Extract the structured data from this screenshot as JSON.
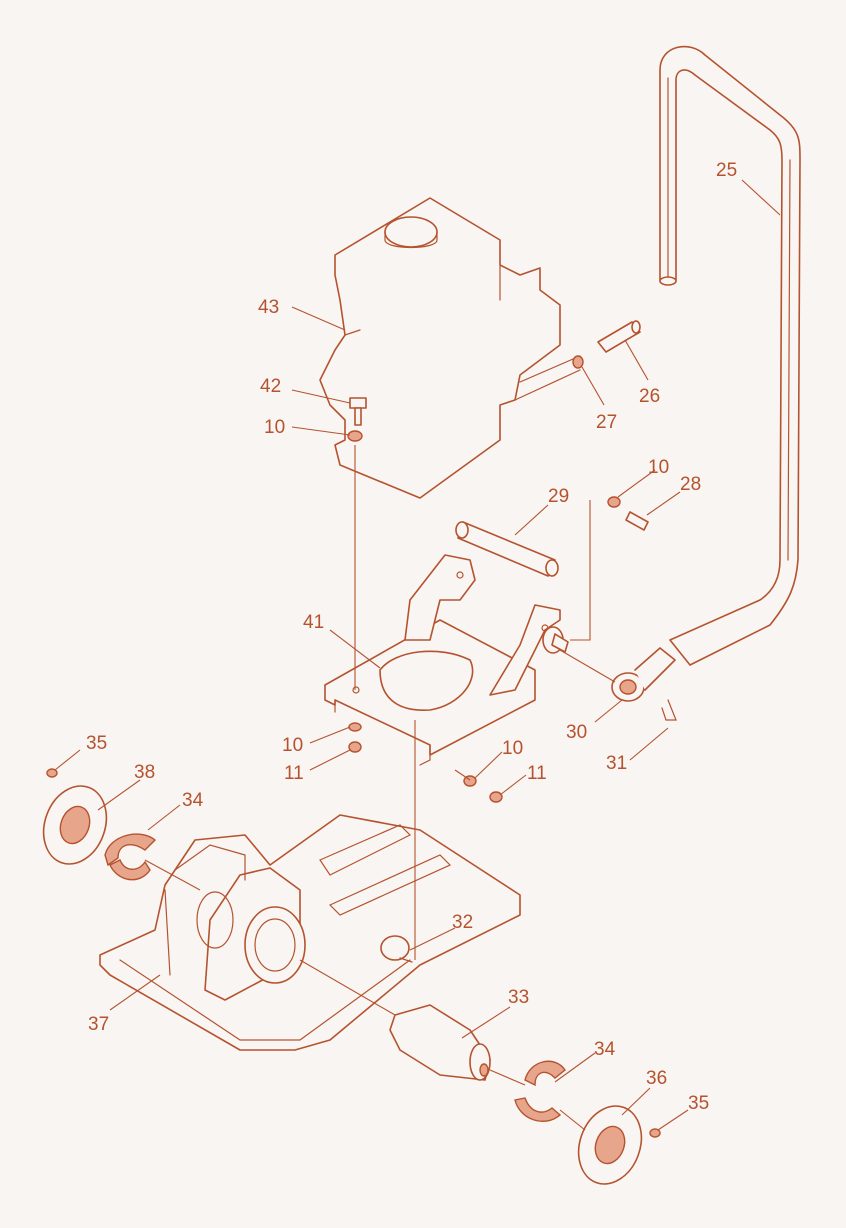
{
  "accent_color": "#b5532f",
  "background_color": "#f8f5f2",
  "callouts": {
    "c25": "25",
    "c26": "26",
    "c27": "27",
    "c28": "28",
    "c29": "29",
    "c30": "30",
    "c31": "31",
    "c32": "32",
    "c33": "33",
    "c34a": "34",
    "c34b": "34",
    "c35a": "35",
    "c35b": "35",
    "c36": "36",
    "c37": "37",
    "c38": "38",
    "c41": "41",
    "c42": "42",
    "c43": "43",
    "c10a": "10",
    "c10b": "10",
    "c10c": "10",
    "c10d": "10",
    "c11a": "11",
    "c11b": "11"
  }
}
